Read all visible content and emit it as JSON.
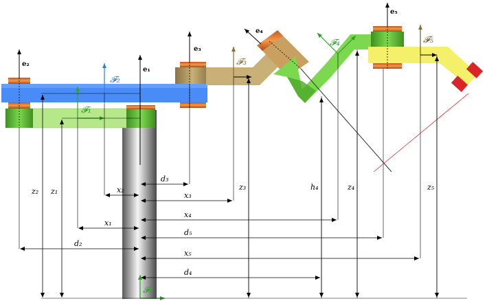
{
  "labels": {
    "e1": "e₁",
    "e2": "e₂",
    "e3": "e₃",
    "e4": "e₄",
    "e5": "e₅",
    "F0": "𝓕₀",
    "F1": "𝓕₁",
    "F2": "𝓕₂",
    "F3": "𝓕₃",
    "F4": "𝓕₄",
    "F5": "𝓕₅",
    "z1": "z₁",
    "z2": "z₂",
    "z3": "z₃",
    "z4": "z₄",
    "z5": "z₅",
    "h4": "h₄",
    "x1": "x₁",
    "x2": "x₂",
    "x3": "x₃",
    "x4": "x₄",
    "x5": "x₅",
    "d2": "d₂",
    "d3": "d₃",
    "d4": "d₄",
    "d5": "d₅"
  },
  "colors": {
    "base_light": "#f2f2f2",
    "base_dark": "#6e6e6e",
    "link1": "#b6e88a",
    "link2": "#4a8cf7",
    "link3": "#c9b077",
    "link4": "#7cd94f",
    "link5": "#f4f06a",
    "joint_orange": "#e0782a",
    "end_red": "#d9252a",
    "frame1": "#2fa02a",
    "frame2": "#2f7fd8",
    "frame3": "#8a6f3a",
    "frame4": "#2fa02a",
    "frame5": "#6b5a2a",
    "frame0": "#2fa02a"
  }
}
